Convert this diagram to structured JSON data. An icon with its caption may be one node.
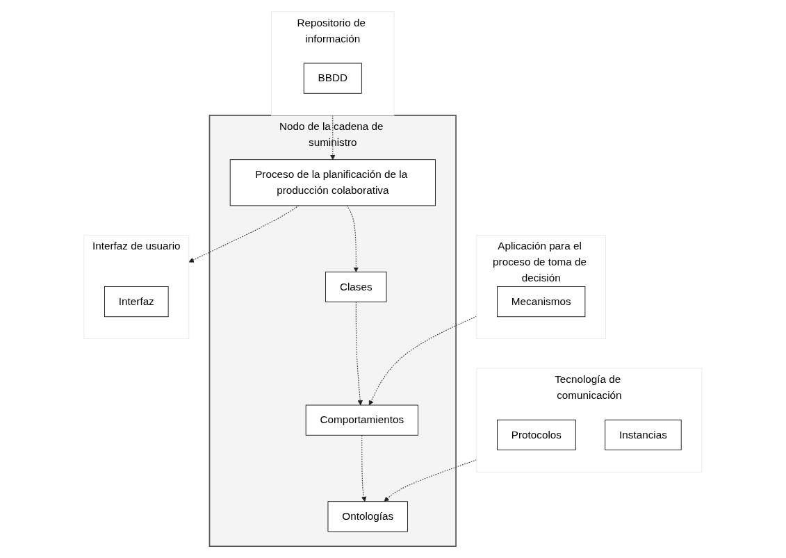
{
  "diagram": {
    "nodes": [
      {
        "text": [
          "Interfaz de usuario"
        ]
      },
      {
        "text": [
          "Interfaz"
        ],
        "in": 0
      },
      {
        "text": [
          "Nodo de la cadena de suministro"
        ]
      },
      {
        "text": [
          "Proceso de la planificación de la producción colaborativa"
        ],
        "in": 2
      },
      {
        "text": [
          "Clases"
        ],
        "in": 2
      },
      {
        "text": [
          "Comportamientos"
        ],
        "in": 2
      },
      {
        "text": [
          "Ontologías"
        ],
        "in": 2
      },
      {
        "text": [
          "Repositorio de información"
        ]
      },
      {
        "text": [
          "BBDD"
        ],
        "in": 7
      },
      {
        "text": [
          "Aplicación para el proceso de toma de decisión"
        ]
      },
      {
        "text": [
          "Mecanismos"
        ],
        "in": 9
      },
      {
        "text": [
          "Tecnología de comunicación"
        ]
      },
      {
        "text": [
          "Protocolos"
        ],
        "in": 11
      },
      {
        "text": [
          "Instancias"
        ],
        "in": 11
      }
    ],
    "edges": [
      {
        "from": 3,
        "to": 0,
        "arrow": "to",
        "style": "dashed"
      },
      {
        "from": 7,
        "to": 3,
        "arrow": "to",
        "style": "dashed"
      },
      {
        "from": 3,
        "to": 4,
        "arrow": "to",
        "style": "dashed"
      },
      {
        "from": 4,
        "to": 5,
        "arrow": "to",
        "style": "dashed"
      },
      {
        "from": 9,
        "to": 5,
        "arrow": "to",
        "style": "dashed"
      },
      {
        "from": 5,
        "to": 6,
        "arrow": "to",
        "style": "dashed"
      },
      {
        "from": 11,
        "to": 6,
        "arrow": "to",
        "style": "dashed"
      }
    ]
  }
}
